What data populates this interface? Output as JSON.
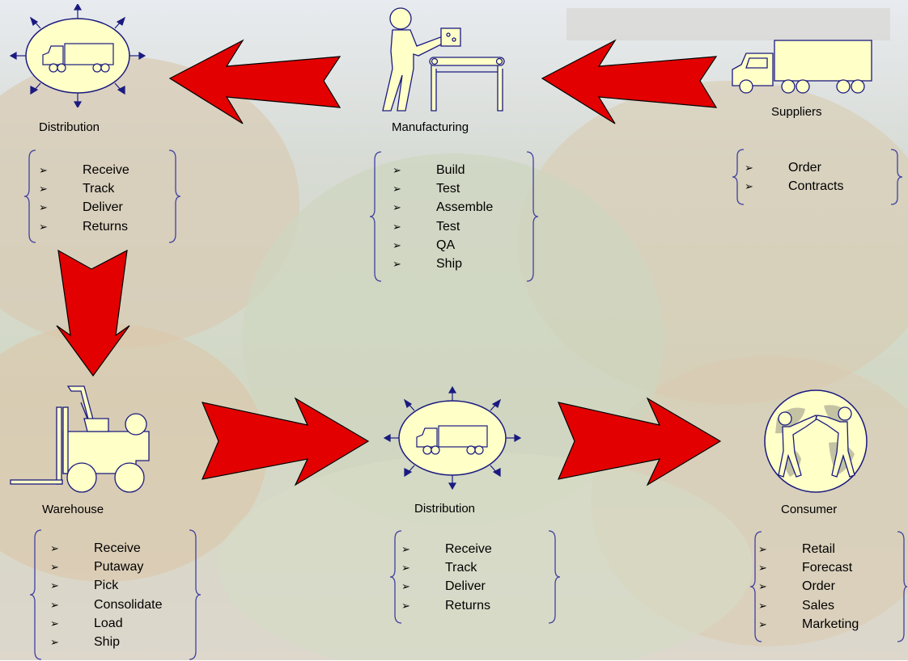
{
  "nodes": {
    "distribution_top": {
      "label": "Distribution",
      "items": [
        "Receive",
        "Track",
        "Deliver",
        "Returns"
      ]
    },
    "manufacturing": {
      "label": "Manufacturing",
      "items": [
        "Build",
        "Test",
        "Assemble",
        "Test",
        "QA",
        "Ship"
      ]
    },
    "suppliers": {
      "label": "Suppliers",
      "items": [
        "Order",
        "Contracts"
      ]
    },
    "warehouse": {
      "label": "Warehouse",
      "items": [
        "Receive",
        "Putaway",
        "Pick",
        "Consolidate",
        "Load",
        "Ship"
      ]
    },
    "distribution_bottom": {
      "label": "Distribution",
      "items": [
        "Receive",
        "Track",
        "Deliver",
        "Returns"
      ]
    },
    "consumer": {
      "label": "Consumer",
      "items": [
        "Retail",
        "Forecast",
        "Order",
        "Sales",
        "Marketing"
      ]
    }
  },
  "bullet_glyph": "➢",
  "colors": {
    "arrow_fill": "#e30000",
    "icon_fill": "#ffffc8",
    "outline": "#1a1a80",
    "brace": "#4040a0"
  }
}
